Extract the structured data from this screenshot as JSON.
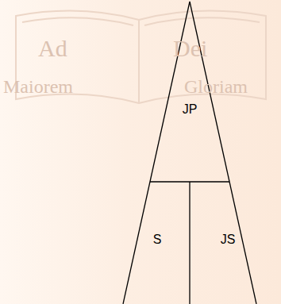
{
  "diagram": {
    "nodes": [
      {
        "text": [
          "JP"
        ]
      },
      {
        "text": [
          "S"
        ]
      },
      {
        "text": [
          "JS"
        ]
      }
    ],
    "labels": [
      "Ad",
      "Dei",
      "Maiorem",
      "Gloriam"
    ]
  }
}
